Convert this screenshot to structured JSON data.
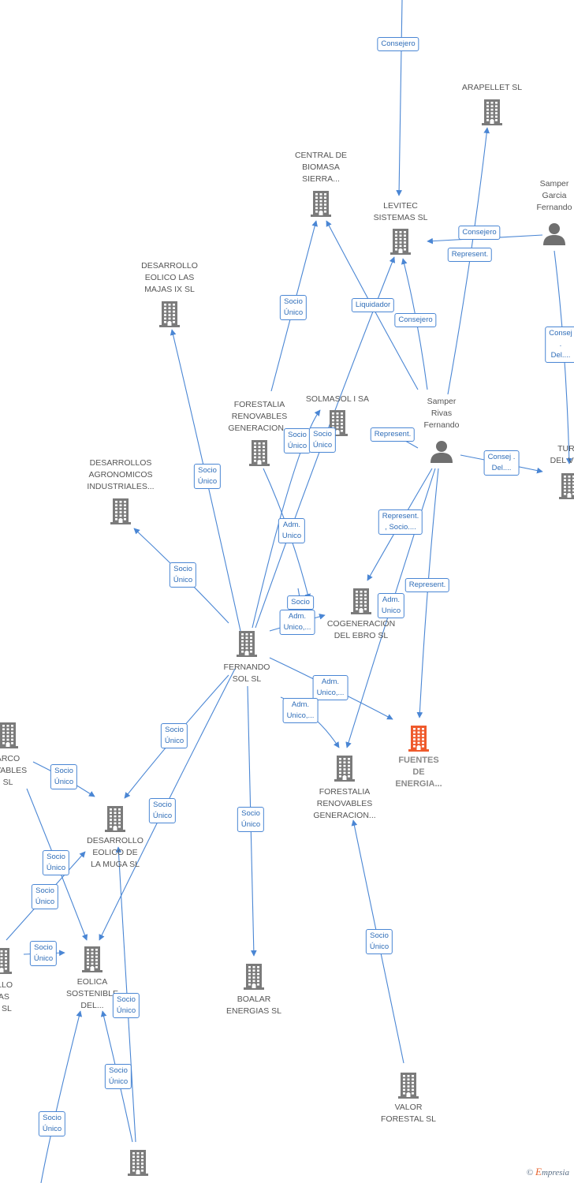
{
  "colors": {
    "edge": "#4a86d4",
    "company": "#7b7b7b",
    "highlight": "#ef5a2c",
    "person": "#6f6f6f"
  },
  "nodes": [
    {
      "key": "arapellet",
      "label": "ARAPELLET  SL",
      "type": "company"
    },
    {
      "key": "central",
      "label": "CENTRAL DE\nBIOMASA\nSIERRA...",
      "type": "company"
    },
    {
      "key": "levitec",
      "label": "LEVITEC\nSISTEMAS  SL",
      "type": "company"
    },
    {
      "key": "samper_garcia",
      "label": "Samper\nGarcia\nFernando",
      "type": "person"
    },
    {
      "key": "desarrollo_majas",
      "label": "DESARROLLO\nEOLICO LAS\nMAJAS IX  SL",
      "type": "company"
    },
    {
      "key": "forestalia_top",
      "label": "FORESTALIA\nRENOVABLES\nGENERACION...",
      "type": "company"
    },
    {
      "key": "solmasol",
      "label": "SOLMASOL I SA",
      "type": "company"
    },
    {
      "key": "samper_rivas",
      "label": "Samper\nRivas\nFernando",
      "type": "person"
    },
    {
      "key": "turo",
      "label": "TURO\nDEL VIE...",
      "type": "company"
    },
    {
      "key": "agronomicos",
      "label": "DESARROLLOS\nAGRONOMICOS\nINDUSTRIALES...",
      "type": "company"
    },
    {
      "key": "cogeneracion",
      "label": "COGENERACION\nDEL EBRO  SL",
      "type": "company"
    },
    {
      "key": "fernando_sol",
      "label": "FERNANDO\nSOL SL",
      "type": "company"
    },
    {
      "key": "parco",
      "label": "ARCO\nOVABLES\nSL",
      "type": "company"
    },
    {
      "key": "fuentes",
      "label": "FUENTES\nDE\nENERGIA...",
      "type": "main"
    },
    {
      "key": "forestalia_bottom",
      "label": "FORESTALIA\nRENOVABLES\nGENERACION...",
      "type": "company"
    },
    {
      "key": "desarrollo_muga",
      "label": "DESARROLLO\nEOLICO DE\nLA MUGA SL",
      "type": "company"
    },
    {
      "key": "desarrollo_left",
      "label": "OLLO\nLAS\nVI  SL",
      "type": "company"
    },
    {
      "key": "eolica",
      "label": "EOLICA\nSOSTENIBLE\nDEL...",
      "type": "company"
    },
    {
      "key": "boalar",
      "label": "BOALAR\nENERGIAS  SL",
      "type": "company"
    },
    {
      "key": "valor",
      "label": "VALOR\nFORESTAL SL",
      "type": "company"
    },
    {
      "key": "bottom_company",
      "label": "",
      "type": "company"
    }
  ],
  "edges": [
    {
      "label": "Consejero"
    },
    {
      "label": "Consejero"
    },
    {
      "label": "Represent."
    },
    {
      "label": "Consej .\nDel...."
    },
    {
      "label": "Socio\nÚnico"
    },
    {
      "label": "Liquidador"
    },
    {
      "label": "Consejero"
    },
    {
      "label": "Represent."
    },
    {
      "label": "Socio\nÚnico"
    },
    {
      "label": "Socio\nÚnico"
    },
    {
      "label": "Socio\nÚnico"
    },
    {
      "label": "Consej .\nDel...."
    },
    {
      "label": "Represent.\n, Socio...."
    },
    {
      "label": "Adm.\nUnico"
    },
    {
      "label": "Represent."
    },
    {
      "label": "Adm.\nUnico"
    },
    {
      "label": "Socio\nÚnico"
    },
    {
      "label": "Socio"
    },
    {
      "label": "Adm.\nUnico,..."
    },
    {
      "label": "Adm.\nUnico,..."
    },
    {
      "label": "Adm.\nUnico,..."
    },
    {
      "label": "Socio\nÚnico"
    },
    {
      "label": "Socio\nÚnico"
    },
    {
      "label": "Socio\nÚnico"
    },
    {
      "label": "Socio\nÚnico"
    },
    {
      "label": "Socio\nÚnico"
    },
    {
      "label": "Socio\nÚnico"
    },
    {
      "label": "Socio\nÚnico"
    },
    {
      "label": "Socio\nÚnico"
    },
    {
      "label": "Socio\nÚnico"
    },
    {
      "label": "Socio\nÚnico"
    },
    {
      "label": "Socio\nÚnico"
    }
  ],
  "footer": {
    "copyright": "©",
    "brand_first": "E",
    "brand_rest": "mpresia"
  }
}
